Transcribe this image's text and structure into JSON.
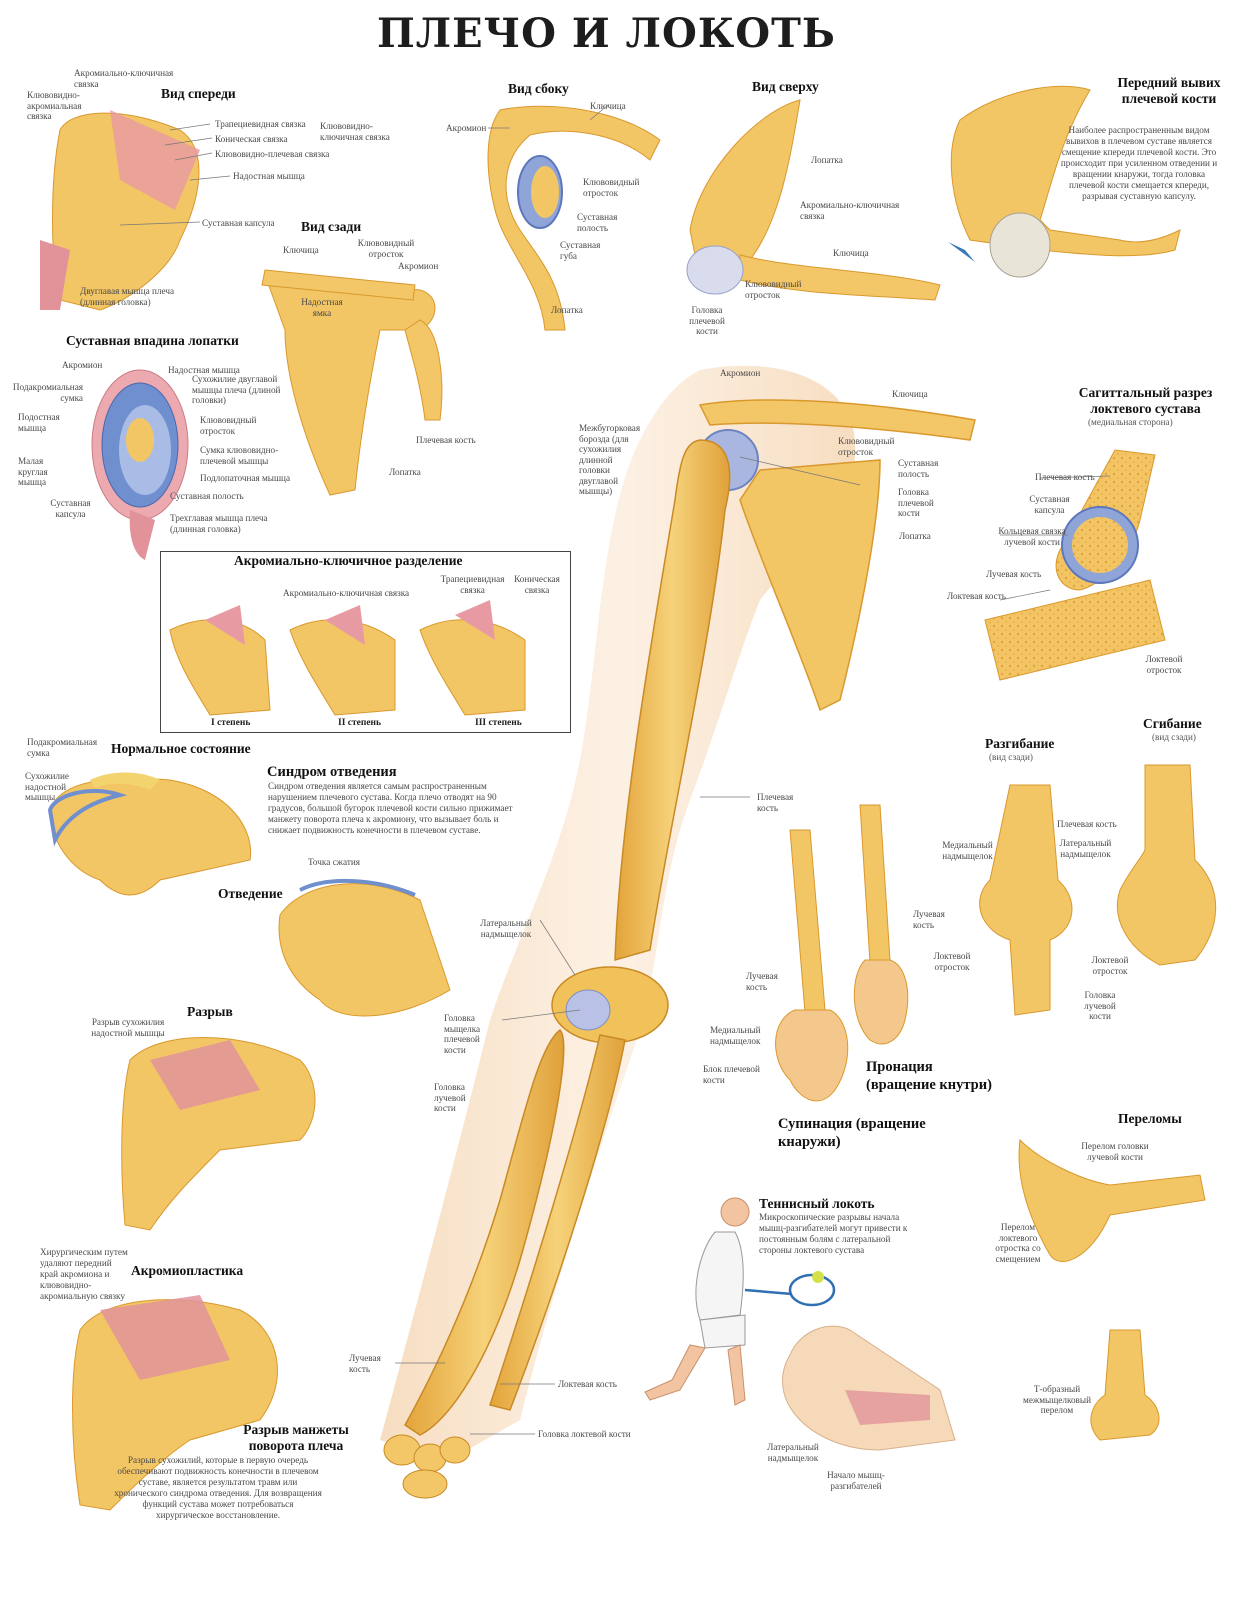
{
  "title": "ПЛЕЧО И ЛОКОТЬ",
  "colors": {
    "bone": "#f1c15a",
    "bone_dark": "#d99a2e",
    "muscle": "#e2939a",
    "cartilage": "#7f9fd6",
    "skin": "#f6d9b8"
  },
  "sections": {
    "front": {
      "heading": "Вид спереди",
      "labels": [
        "Акромиально-ключичная связка",
        "Клювовидно-акромиальная связка",
        "Трапециевидная связка",
        "Коническая связка",
        "Клювовидно-ключичная связка",
        "Клювовидно-плечевая связка",
        "Надостная мышца",
        "Суставная капсула",
        "Двуглавая мышца плеча (длинная головка)"
      ]
    },
    "side": {
      "heading": "Вид сбоку",
      "labels": [
        "Акромион",
        "Ключица",
        "Клювовидный отросток",
        "Суставная полость",
        "Суставная губа",
        "Лопатка"
      ]
    },
    "top": {
      "heading": "Вид сверху",
      "labels": [
        "Лопатка",
        "Акромиально-ключичная связка",
        "Ключица",
        "Клювовидный отросток",
        "Головка плечевой кости"
      ]
    },
    "dislocation": {
      "heading": "Передний вывих плечевой кости",
      "text": "Наиболее распространенным видом вывихов в плечевом суставе является смещение кпереди плечевой кости. Это происходит при усиленном отведении и вращении кнаружи, тогда головка плечевой кости смещается кпереди, разрывая суставную капсулу."
    },
    "back": {
      "heading": "Вид сзади",
      "labels": [
        "Ключица",
        "Клювовидный отросток",
        "Акромион",
        "Надостная ямка",
        "Плечевая кость",
        "Лопатка"
      ]
    },
    "glenoid": {
      "heading": "Суставная впадина лопатки",
      "labels": [
        "Акромион",
        "Надостная мышца",
        "Подакромиальная сумка",
        "Сухожилие двуглавой мышцы плеча (длиной головки)",
        "Подостная мышца",
        "Клювовидный отросток",
        "Малая круглая мышца",
        "Сумка клювовидно-плечевой мышцы",
        "Подлопаточная мышца",
        "Суставная капсула",
        "Суставная полость",
        "Трехглавая мышца плеча (длинная головка)"
      ]
    },
    "ac_separation": {
      "heading": "Акромиально-ключичное разделение",
      "labels": [
        "Акромиально-ключичная связка",
        "Трапециевидная связка",
        "Коническая связка"
      ],
      "captions": [
        "I степень",
        "II степень",
        "III степень"
      ]
    },
    "normal": {
      "heading": "Нормальное состояние",
      "labels": [
        "Подакромиальная сумка",
        "Сухожилие надостной мышцы"
      ]
    },
    "impingement": {
      "heading": "Синдром отведения",
      "text": "Синдром отведения является самым распространенным нарушением плечевого сустава. Когда плечо отводят на 90 градусов, большой бугорок плечевой кости сильно прижимает манжету поворота плеча к акромиону, что вызывает боль и снижает подвижность конечности в плечевом суставе."
    },
    "abduction": {
      "heading": "Отведение",
      "labels": [
        "Точка сжатия"
      ]
    },
    "tear": {
      "heading": "Разрыв",
      "labels": [
        "Разрыв сухожилия надостной мышцы"
      ]
    },
    "acromioplasty": {
      "heading": "Акромиопластика",
      "text": "Хирургическим путем удаляют передний край акромиона и клювовидно-акромиальную связку"
    },
    "cuff": {
      "heading": "Разрыв манжеты поворота плеча",
      "text": "Разрыв сухожилий, которые в первую очередь обеспечивают подвижность конечности в плечевом суставе, является результатом травм или хронического синдрома отведения. Для возвращения функций сустава может потребоваться хирургическое восстановление."
    },
    "arm": {
      "labels": [
        "Акромион",
        "Ключица",
        "Межбугорковая борозда (для сухожилия длинной головки двуглавой мышцы)",
        "Клювовидный отросток",
        "Суставная полость",
        "Головка плечевой кости",
        "Лопатка",
        "Плечевая кость",
        "Латеральный надмыщелок",
        "Головка мыщелка плечевой кости",
        "Медиальный надмыщелок",
        "Блок плечевой кости",
        "Головка лучевой кости",
        "Лучевая кость",
        "Локтевая кость",
        "Головка локтевой кости"
      ]
    },
    "sagittal": {
      "heading": "Сагиттальный разрез локтевого сустава",
      "subheading": "(медиальная сторона)",
      "labels": [
        "Плечевая кость",
        "Суставная капсула",
        "Кольцевая связка лучевой кости",
        "Лучевая кость",
        "Локтевая кость",
        "Локтевой отросток"
      ]
    },
    "extension": {
      "heading": "Разгибание",
      "subheading": "(вид сзади)",
      "labels": [
        "Плечевая кость",
        "Медиальный надмыщелок",
        "Латеральный надмыщелок",
        "Локтевой отросток",
        "Головка лучевой кости"
      ]
    },
    "flexion": {
      "heading": "Сгибание",
      "subheading": "(вид сзади)",
      "labels": [
        "Локтевой отросток"
      ]
    },
    "pronation": {
      "heading": "Пронация (вращение кнутри)",
      "labels": [
        "Лучевая кость"
      ]
    },
    "supination": {
      "heading": "Супинация (вращение кнаружи)",
      "labels": [
        "Лучевая кость"
      ]
    },
    "fractures": {
      "heading": "Переломы",
      "labels": [
        "Перелом головки лучевой кости",
        "Перелом локтевого отростка со смещением",
        "Т-образный межмыщелковый перелом"
      ]
    },
    "tennis": {
      "heading": "Теннисный локоть",
      "text": "Микроскопические разрывы начала мышц-разгибателей могут привести к постоянным болям с латеральной стороны локтевого сустава",
      "labels": [
        "Латеральный надмыщелок",
        "Начало мышц-разгибателей"
      ]
    }
  }
}
